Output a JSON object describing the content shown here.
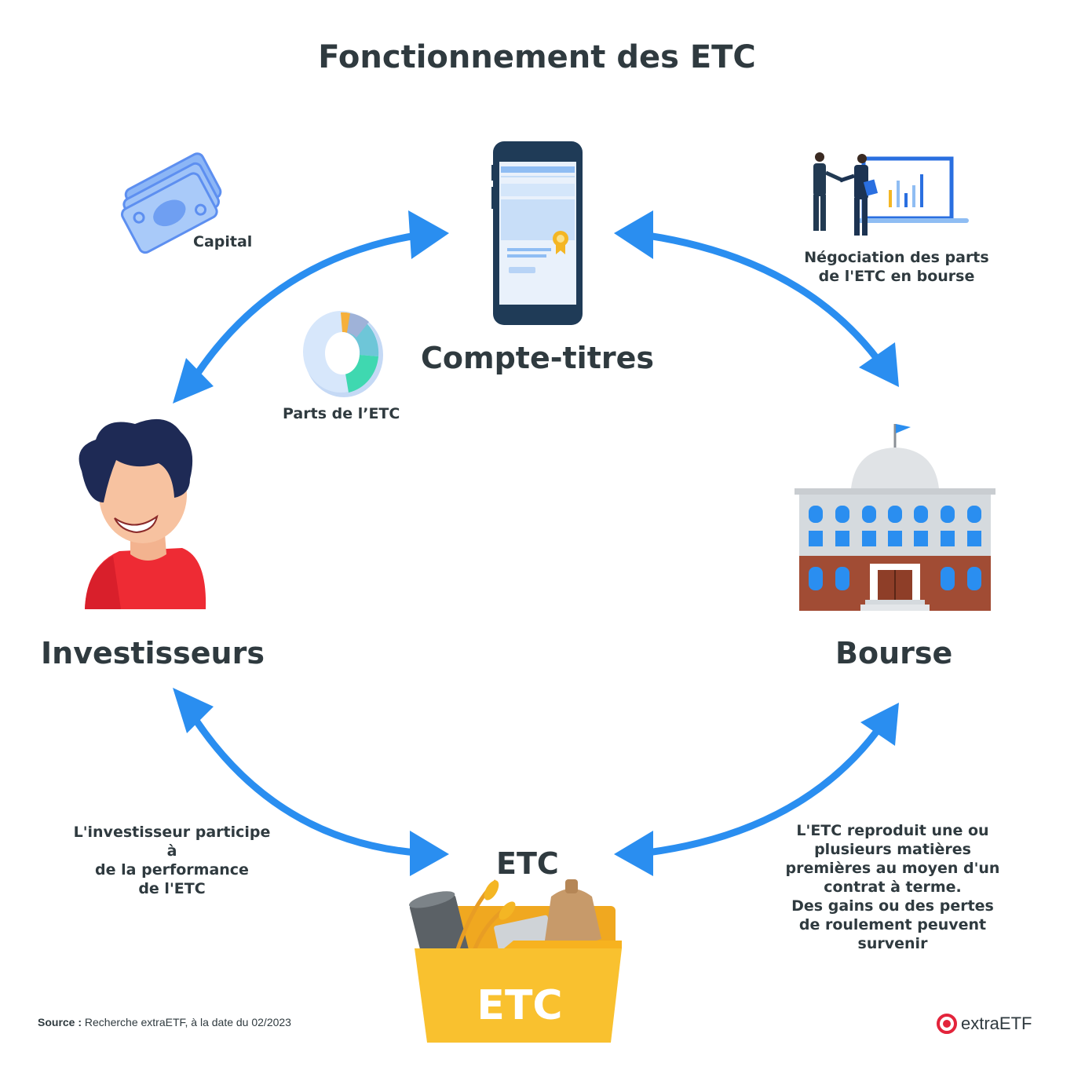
{
  "title": "Fonctionnement des ETC",
  "nodes": {
    "compte": "Compte-titres",
    "investisseurs": "Investisseurs",
    "bourse": "Bourse",
    "etc": "ETC",
    "folder_text": "ETC"
  },
  "labels": {
    "capital": "Capital",
    "parts": "Parts de l’ETC",
    "negociation": [
      "Négociation des parts",
      "de l'ETC en bourse"
    ],
    "investisseur": [
      "L'investisseur participe à",
      "de la performance",
      "de l'ETC"
    ],
    "etc_desc": [
      "L'ETC reproduit une ou",
      "plusieurs matières",
      "premières au moyen d'un",
      "contrat à terme.",
      "Des gains ou des pertes",
      "de roulement peuvent",
      "survenir"
    ]
  },
  "source": {
    "prefix": "Source :",
    "text": " Recherche extraETF, à la date du 02/2023"
  },
  "brand": "extraETF",
  "colors": {
    "arrow": "#2a8ef0",
    "text": "#2f3a3f",
    "brand_red": "#e3243b",
    "folder": "#f9c12f",
    "phone": "#1f3b57",
    "shirt": "#ee2b34"
  }
}
